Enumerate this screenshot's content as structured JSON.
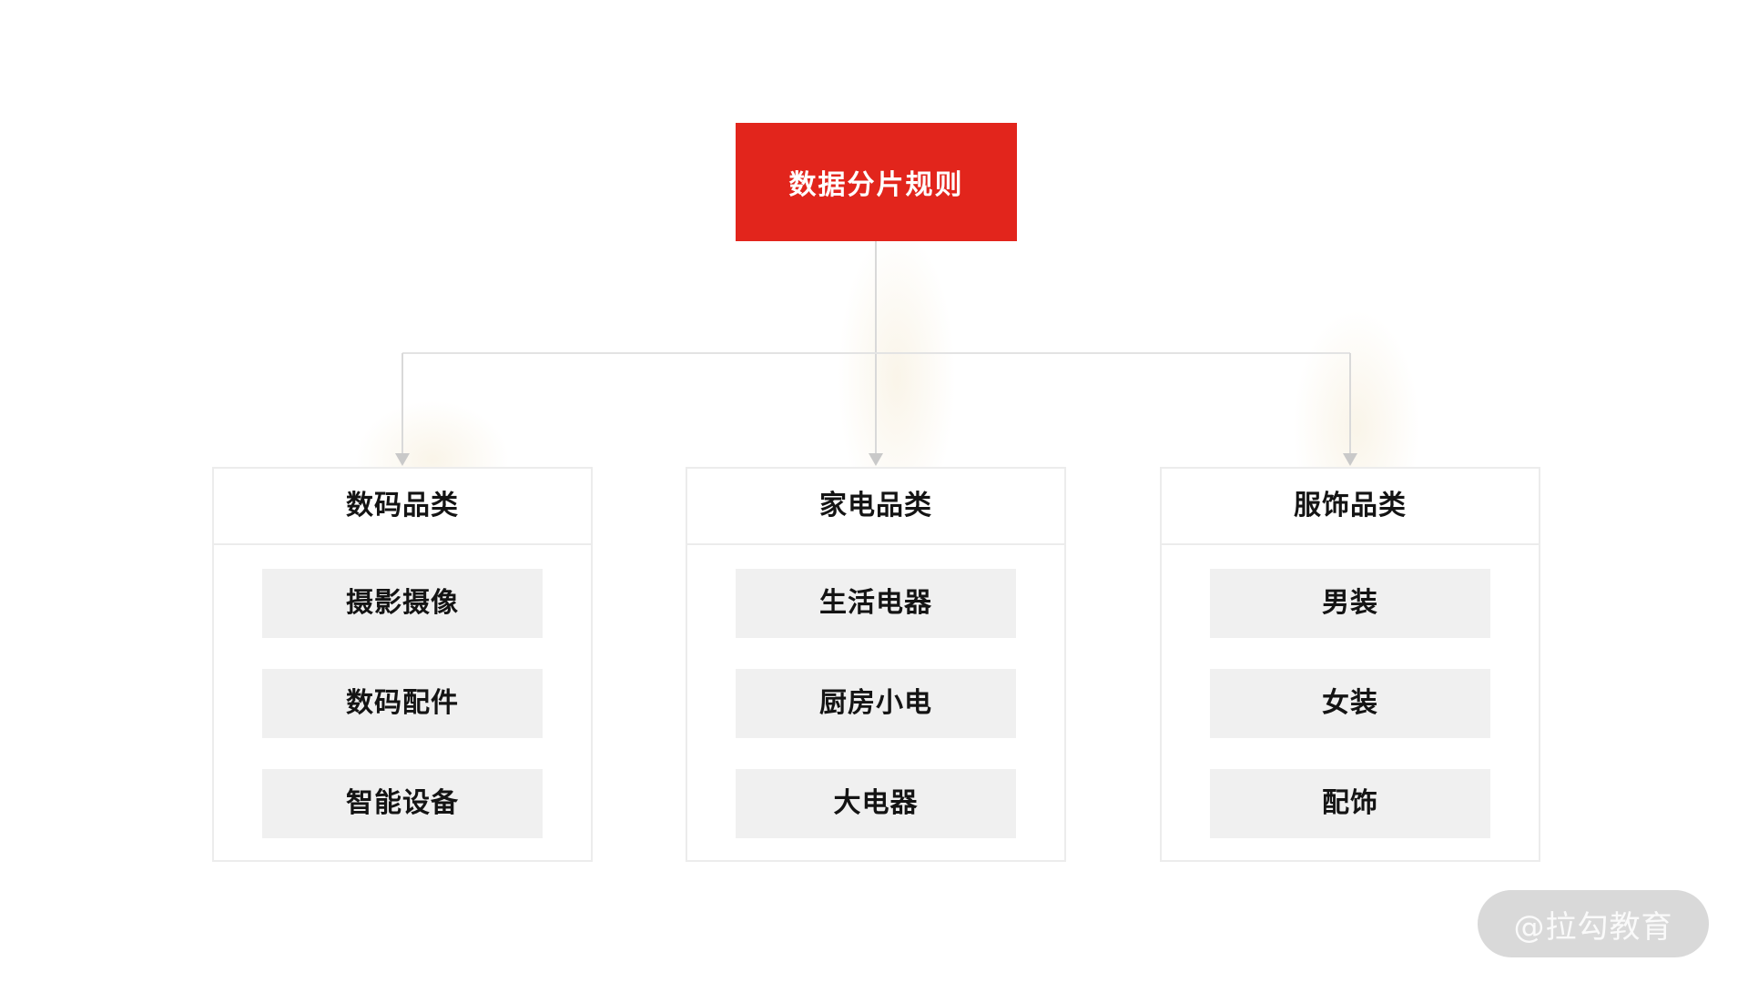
{
  "diagram": {
    "root": {
      "label": "数据分片规则"
    },
    "columns": [
      {
        "title": "数码品类",
        "items": [
          "摄影摄像",
          "数码配件",
          "智能设备"
        ]
      },
      {
        "title": "家电品类",
        "items": [
          "生活电器",
          "厨房小电",
          "大电器"
        ]
      },
      {
        "title": "服饰品类",
        "items": [
          "男装",
          "女装",
          "配饰"
        ]
      }
    ]
  },
  "watermark": {
    "label": "@拉勾教育"
  },
  "colors": {
    "accent_red": "#e2251c",
    "item_bg": "#f0f0f0",
    "box_border": "#ececec",
    "connector_line": "#d9d9d9",
    "connector_arrow": "#c9c9c9",
    "watermark_bg": "#d9d9d9",
    "watermark_text": "#fafafa"
  }
}
